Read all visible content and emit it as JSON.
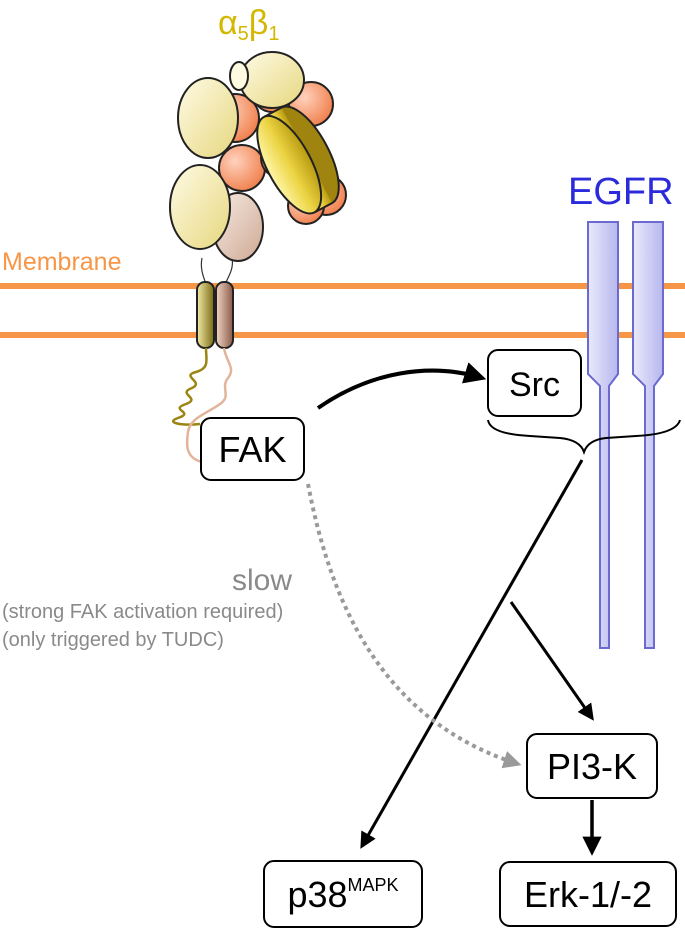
{
  "integrin": {
    "alpha": "α",
    "alpha_sub": "5",
    "beta": "β",
    "beta_sub": "1"
  },
  "membrane_label": "Membrane",
  "egfr_label": "EGFR",
  "nodes": {
    "src": "Src",
    "fak": "FAK",
    "pi3k": "PI3-K",
    "p38": "p38",
    "p38_sup": "MAPK",
    "erk": "Erk-1/-2"
  },
  "slow_pathway": {
    "title": "slow",
    "line1": "(strong FAK activation required)",
    "line2": "(only triggered by TUDC)"
  },
  "colors": {
    "membrane": "#f79646",
    "integrin_label": "#d4b800",
    "egfr": "#2b2bdc",
    "egfr_fill": "#c7c7f2",
    "egfr_stroke": "#6a6ad0",
    "slow_text": "#8a8a8a",
    "slow_arrow": "#9a9a9a",
    "alpha_domain": "#f6eeb4",
    "beta_domain": "#f5936a",
    "beta_leg": "#e8cfc2",
    "yellow_domain": "#ecd443"
  }
}
